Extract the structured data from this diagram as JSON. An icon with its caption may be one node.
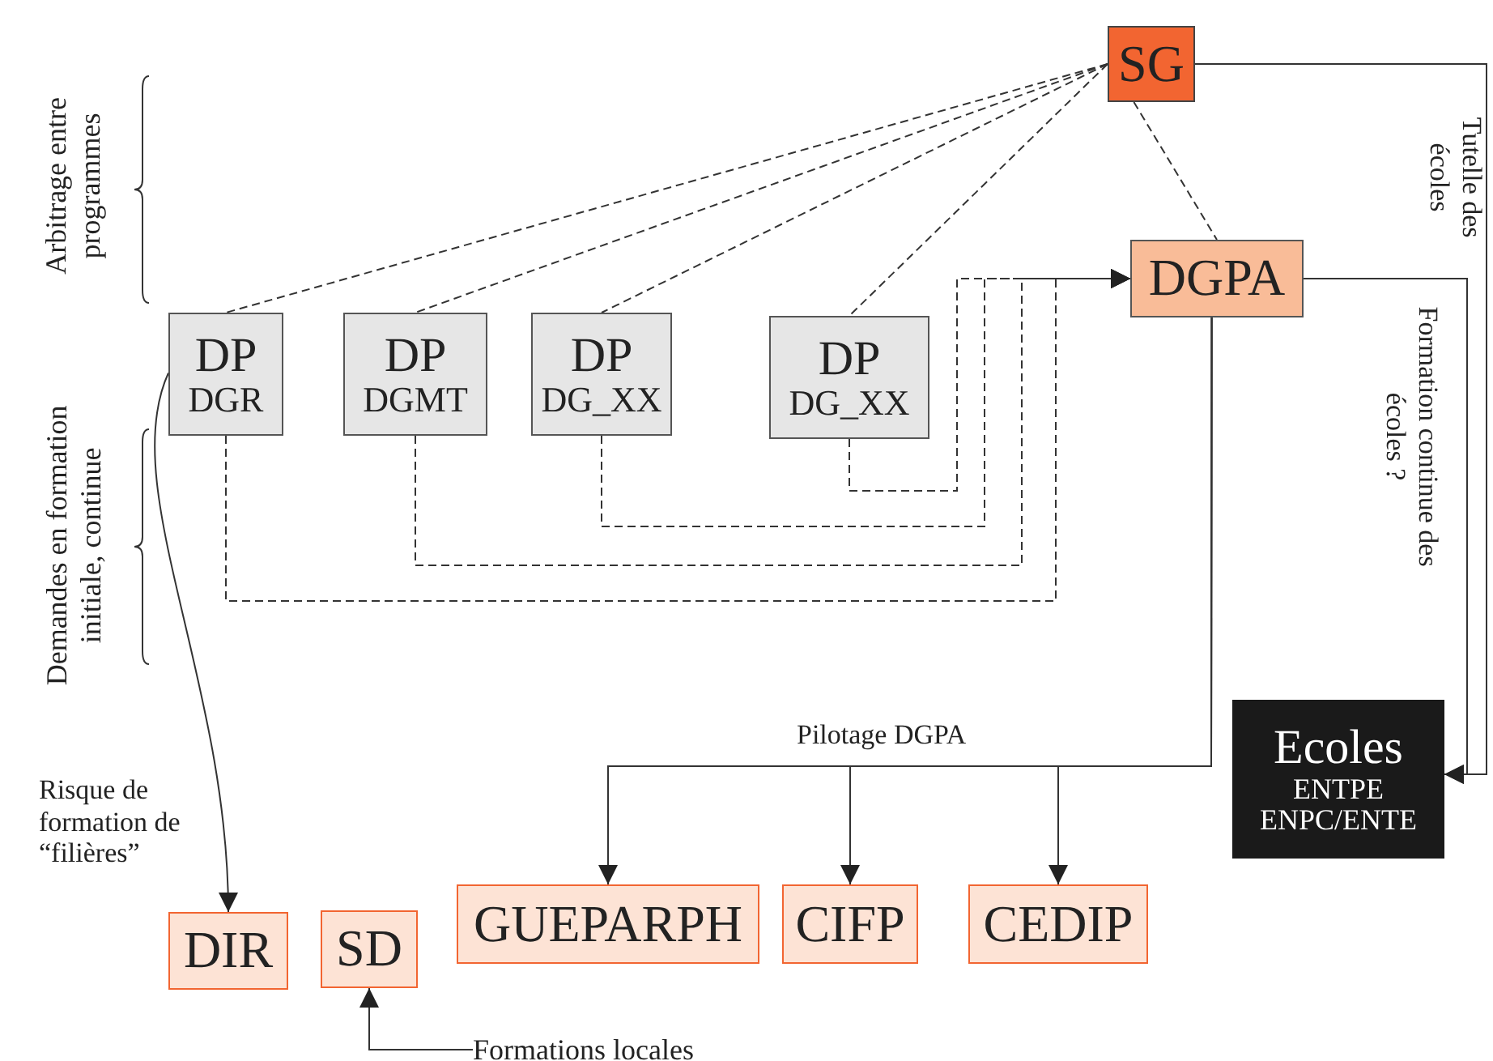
{
  "diagram": {
    "nodes": [
      {
        "text": [
          "SG"
        ]
      },
      {
        "text": [
          "DGPA"
        ]
      },
      {
        "text": [
          "DP",
          "DGR"
        ]
      },
      {
        "text": [
          "DP",
          "DGMT"
        ]
      },
      {
        "text": [
          "DP",
          "DG_XX"
        ]
      },
      {
        "text": [
          "DP",
          "DG_XX"
        ]
      },
      {
        "text": [
          "Ecoles",
          "ENTPE",
          "ENPC/ENTE"
        ]
      },
      {
        "text": [
          "DIR"
        ]
      },
      {
        "text": [
          "SD"
        ]
      },
      {
        "text": [
          "GUEPARPH"
        ]
      },
      {
        "text": [
          "CIFP"
        ]
      },
      {
        "text": [
          "CEDIP"
        ]
      },
      {
        "text": [
          "Formations locales"
        ]
      }
    ],
    "edges": [
      {
        "from": 0,
        "to": 2,
        "arrow": "none",
        "style": "dashed"
      },
      {
        "from": 0,
        "to": 3,
        "arrow": "none",
        "style": "dashed"
      },
      {
        "from": 0,
        "to": 4,
        "arrow": "none",
        "style": "dashed"
      },
      {
        "from": 0,
        "to": 5,
        "arrow": "none",
        "style": "dashed"
      },
      {
        "from": 0,
        "to": 1,
        "arrow": "none",
        "style": "dashed"
      },
      {
        "from": 2,
        "to": 1,
        "arrow": "to",
        "style": "dashed"
      },
      {
        "from": 3,
        "to": 1,
        "arrow": "to",
        "style": "dashed"
      },
      {
        "from": 4,
        "to": 1,
        "arrow": "to",
        "style": "dashed"
      },
      {
        "from": 5,
        "to": 1,
        "arrow": "to",
        "style": "dashed"
      },
      {
        "from": 0,
        "to": 6,
        "arrow": "to",
        "label": "Tutelle des écoles"
      },
      {
        "from": 1,
        "to": 6,
        "arrow": "to",
        "label": "Formation continue des écoles ?"
      },
      {
        "from": 1,
        "to": 9,
        "arrow": "to",
        "label": "Pilotage DGPA"
      },
      {
        "from": 1,
        "to": 10,
        "arrow": "to"
      },
      {
        "from": 1,
        "to": 11,
        "arrow": "to"
      },
      {
        "from": 2,
        "to": 7,
        "arrow": "to",
        "label": "Risque de formation de “filières”"
      },
      {
        "from": 12,
        "to": 8,
        "arrow": "to"
      }
    ],
    "labels": [
      "Arbitrage entre programmes",
      "Demandes en formation initiale, continue"
    ]
  }
}
